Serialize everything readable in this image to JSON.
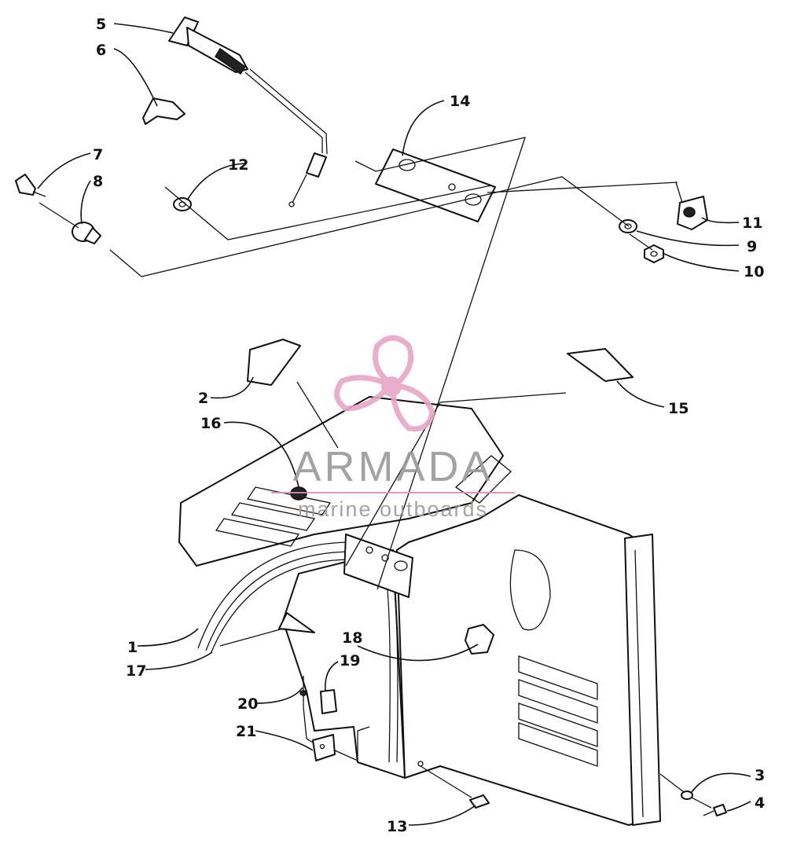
{
  "callouts": [
    {
      "num": "1"
    },
    {
      "num": "2"
    },
    {
      "num": "3"
    },
    {
      "num": "4"
    },
    {
      "num": "5"
    },
    {
      "num": "6"
    },
    {
      "num": "7"
    },
    {
      "num": "8"
    },
    {
      "num": "9"
    },
    {
      "num": "10"
    },
    {
      "num": "11"
    },
    {
      "num": "12"
    },
    {
      "num": "13"
    },
    {
      "num": "14"
    },
    {
      "num": "15"
    },
    {
      "num": "16"
    },
    {
      "num": "17"
    },
    {
      "num": "18"
    },
    {
      "num": "19"
    },
    {
      "num": "20"
    },
    {
      "num": "21"
    }
  ],
  "watermark": {
    "brand": "ARMADA",
    "tagline": "marine outboards",
    "logo_color": "#e8a6c8",
    "line_color": "#e28bb8"
  }
}
